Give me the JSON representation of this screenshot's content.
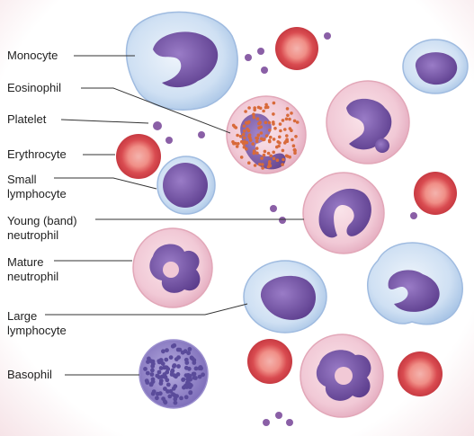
{
  "labels": {
    "monocyte": "Monocyte",
    "eosinophil": "Eosinophil",
    "platelet": "Platelet",
    "erythrocyte": "Erythrocyte",
    "small_lymphocyte": "Small\nlymphocyte",
    "band_neutrophil": "Young (band)\nneutrophil",
    "mature_neutrophil": "Mature\nneutrophil",
    "large_lymphocyte": "Large\nlymphocyte",
    "basophil": "Basophil"
  },
  "colors": {
    "background": "#ffffff",
    "border": "#f3d9de",
    "leader_line": "#333333",
    "nucleus": "#6d4a9c",
    "cytoplasm_pink": "#f1c9d6",
    "cytoplasm_blue": "#cfe0f3",
    "erythrocyte": "#e0575d",
    "granules_eosinophil": "#d86a3a",
    "basophil": "#8a7ac0"
  }
}
